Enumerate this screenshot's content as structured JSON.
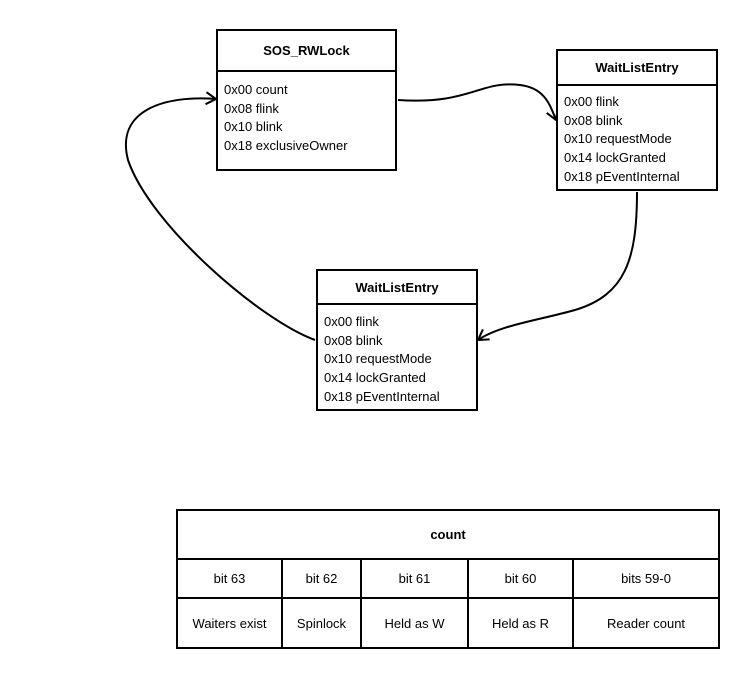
{
  "rwlock": {
    "title": "SOS_RWLock",
    "fields": [
      "0x00 count",
      "0x08 flink",
      "0x10 blink",
      "0x18 exclusiveOwner"
    ]
  },
  "wait_entry_1": {
    "title": "WaitListEntry",
    "fields": [
      "0x00 flink",
      "0x08 blink",
      "0x10 requestMode",
      "0x14 lockGranted",
      "0x18 pEventInternal"
    ]
  },
  "wait_entry_2": {
    "title": "WaitListEntry",
    "fields": [
      "0x00 flink",
      "0x08 blink",
      "0x10 requestMode",
      "0x14 lockGranted",
      "0x18 pEventInternal"
    ]
  },
  "count_table": {
    "title": "count",
    "bits": [
      "bit 63",
      "bit 62",
      "bit 61",
      "bit 60",
      "bits 59-0"
    ],
    "meanings": [
      "Waiters exist",
      "Spinlock",
      "Held as W",
      "Held as R",
      "Reader count"
    ]
  },
  "colors": {
    "line": "#000000",
    "background": "#ffffff"
  }
}
